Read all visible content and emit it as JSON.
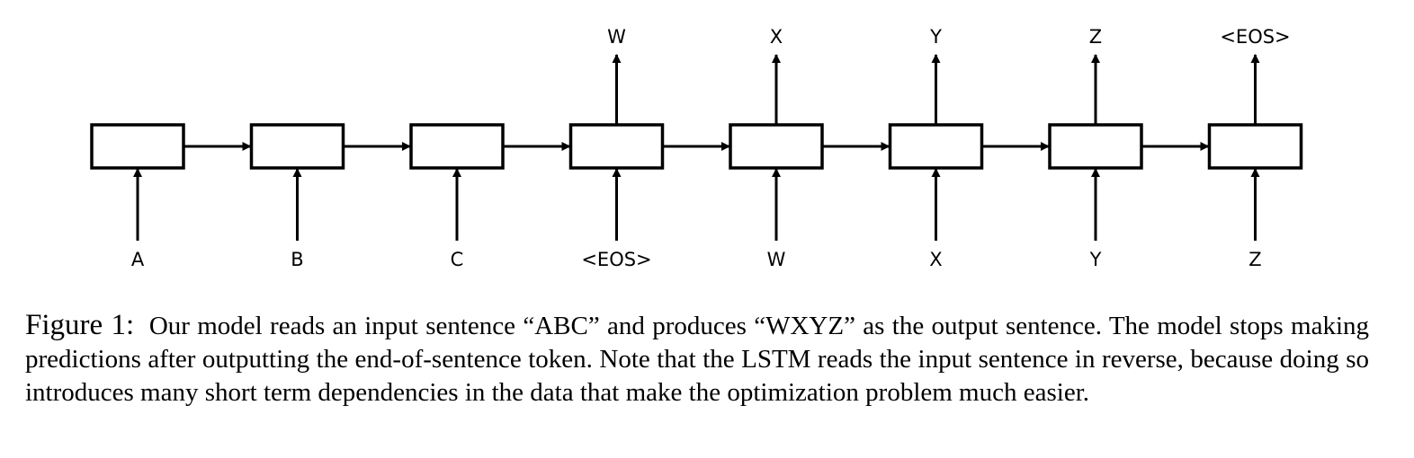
{
  "diagram": {
    "inputs": [
      "A",
      "B",
      "C",
      "<EOS>",
      "W",
      "X",
      "Y",
      "Z"
    ],
    "outputs": [
      "",
      "",
      "",
      "W",
      "X",
      "Y",
      "Z",
      "<EOS>"
    ],
    "stroke_color": "#000000"
  },
  "caption": {
    "label": "Figure 1:",
    "text": "Our model reads an input sentence “ABC” and produces “WXYZ” as the output sentence. The model stops making predictions after outputting the end-of-sentence token. Note that the LSTM reads the input sentence in reverse, because doing so introduces many short term dependencies in the data that make the optimization problem much easier."
  }
}
